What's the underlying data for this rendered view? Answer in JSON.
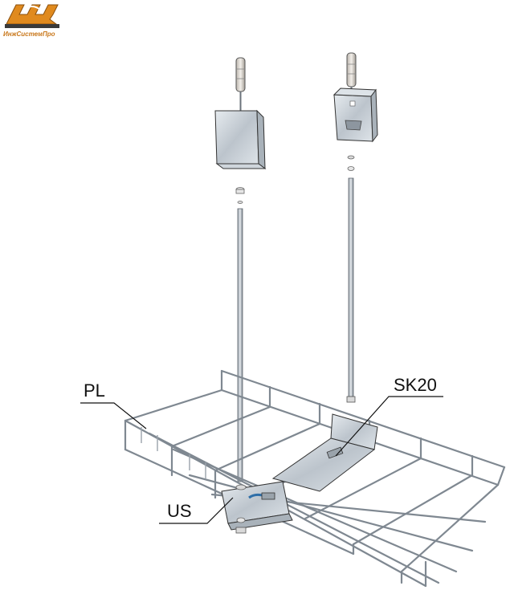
{
  "brand": {
    "name": "ИнжСистемПро",
    "logo": "dsr-logo-icon",
    "color": "#e08a1e"
  },
  "diagram": {
    "labels": {
      "pl": "PL",
      "sk20": "SK20",
      "us": "US"
    },
    "colors": {
      "metal": "#c7ced6",
      "metal_dark": "#8c959e",
      "wire": "#7f8891",
      "outline": "#222222",
      "nut": "#d9d9d9"
    }
  }
}
